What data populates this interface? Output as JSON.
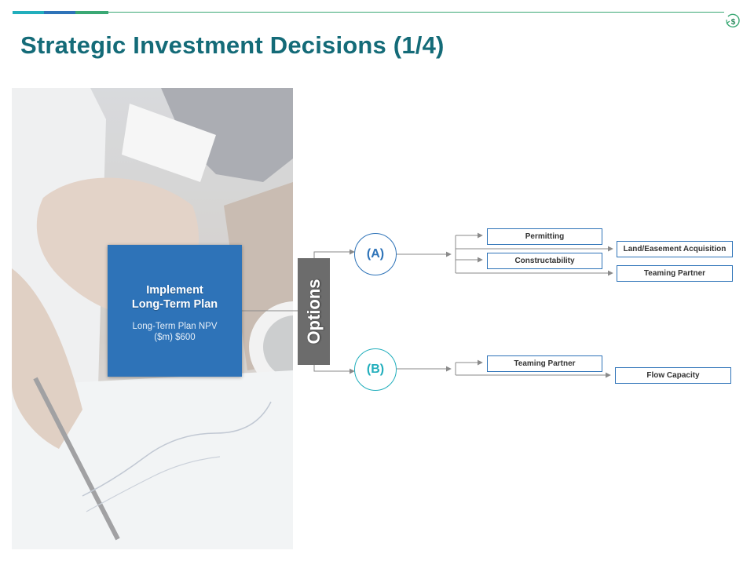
{
  "header": {
    "title": "Strategic Investment Decisions (1/4)",
    "accent_colors": [
      "#21aebc",
      "#2e73b8",
      "#3aa874"
    ],
    "logo_icon": "dollar-cycle-icon",
    "logo_symbol": "$"
  },
  "diagram": {
    "plan": {
      "title_line1": "Implement",
      "title_line2": "Long-Term Plan",
      "subtitle_line1": "Long-Term Plan NPV",
      "subtitle_line2": "($m) $600"
    },
    "options_label": "Options",
    "option_a": {
      "label": "(A)",
      "items": [
        "Permitting",
        "Constructability",
        "Land/Easement Acquisition",
        "Teaming Partner"
      ]
    },
    "option_b": {
      "label": "(B)",
      "items": [
        "Teaming Partner",
        "Flow Capacity"
      ]
    }
  },
  "colors": {
    "title": "#146b78",
    "plan_box": "#2e73b8",
    "options_box": "#6c6c6c",
    "option_a": "#2e73b8",
    "option_b": "#21aebc",
    "connector": "#8a8a8a"
  }
}
